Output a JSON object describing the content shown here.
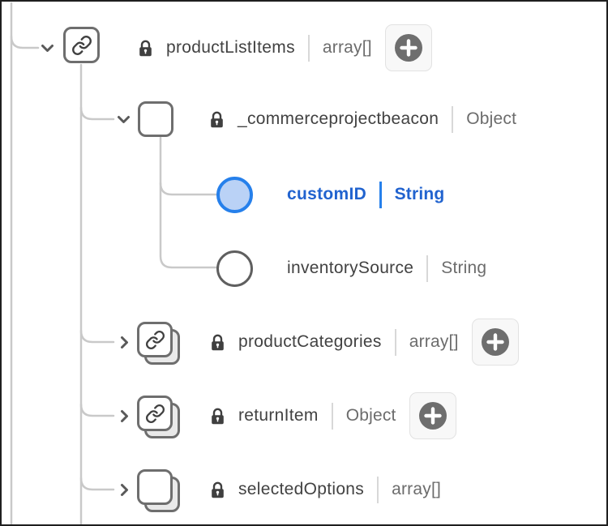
{
  "schema_tree": {
    "rows": [
      {
        "name": "productListItems",
        "type": "array[]",
        "locked": true,
        "selected": false,
        "expanded": true,
        "icon": "link-field-icon",
        "has_add_button": true
      },
      {
        "name": "_commerceprojectbeacon",
        "type": "Object",
        "locked": true,
        "selected": false,
        "expanded": true,
        "icon": "object-field-icon",
        "has_add_button": false
      },
      {
        "name": "customID",
        "type": "String",
        "locked": false,
        "selected": true,
        "expanded": null,
        "icon": "leaf-field-icon",
        "has_add_button": false
      },
      {
        "name": "inventorySource",
        "type": "String",
        "locked": false,
        "selected": false,
        "expanded": null,
        "icon": "leaf-field-icon",
        "has_add_button": false
      },
      {
        "name": "productCategories",
        "type": "array[]",
        "locked": true,
        "selected": false,
        "expanded": false,
        "icon": "link-stack-field-icon",
        "has_add_button": true
      },
      {
        "name": "returnItem",
        "type": "Object",
        "locked": true,
        "selected": false,
        "expanded": false,
        "icon": "link-stack-field-icon",
        "has_add_button": true
      },
      {
        "name": "selectedOptions",
        "type": "array[]",
        "locked": true,
        "selected": false,
        "expanded": false,
        "icon": "object-stack-field-icon",
        "has_add_button": false
      }
    ],
    "icons": {
      "lock": "lock-icon",
      "add": "plus-circle-icon",
      "link": "chain-link-icon",
      "expanded": "chevron-down-icon",
      "collapsed": "chevron-right-icon"
    },
    "colors": {
      "accent_blue": "#2680eb",
      "selected_text": "#2163cf",
      "selected_fill": "#bad2f6",
      "icon_border": "#6e6e6e",
      "tree_line": "#c9c9c9",
      "name_text": "#424242",
      "type_text": "#6c6c6c"
    }
  }
}
